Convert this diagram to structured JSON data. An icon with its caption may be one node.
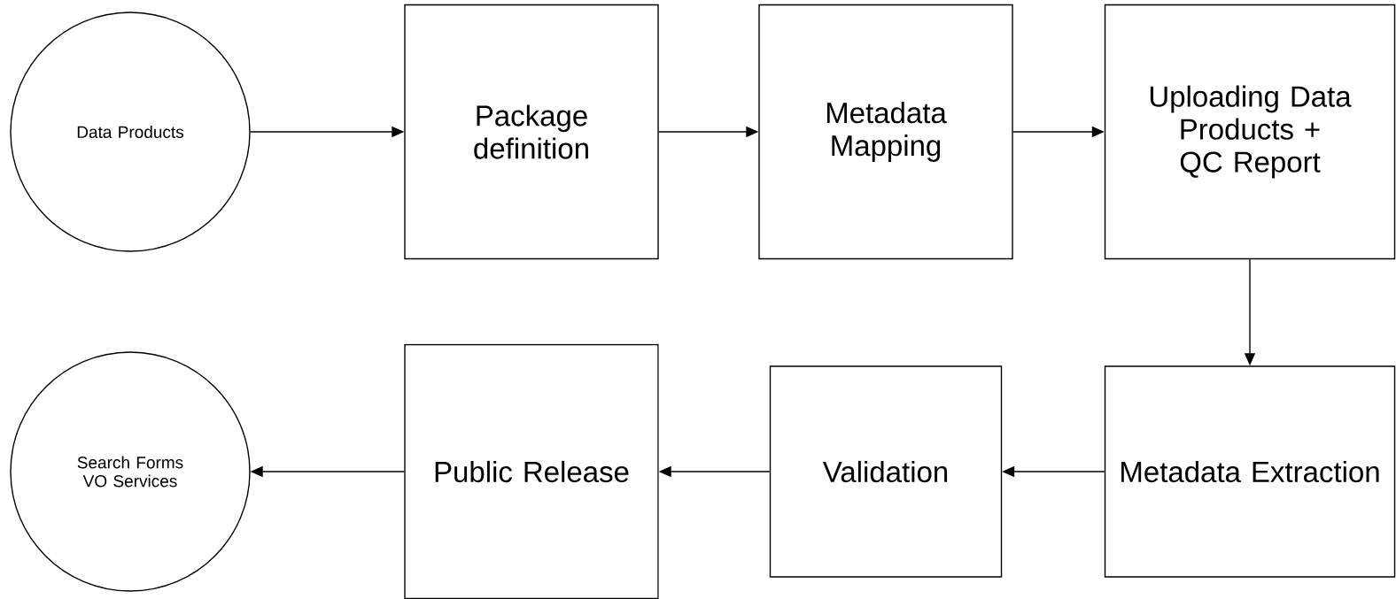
{
  "diagram": {
    "nodes": [
      {
        "text": [
          "Data Products"
        ]
      },
      {
        "text": [
          "Package definition"
        ]
      },
      {
        "text": [
          "Metadata Mapping"
        ]
      },
      {
        "text": [
          "Uploading Data Products + QC Report"
        ]
      },
      {
        "text": [
          "Metadata Extraction"
        ]
      },
      {
        "text": [
          "Validation"
        ]
      },
      {
        "text": [
          "Public Release"
        ]
      },
      {
        "text": [
          "Search Forms VO Services"
        ]
      }
    ],
    "edges": [
      {
        "from": 0,
        "to": 1,
        "arrow": "to"
      },
      {
        "from": 1,
        "to": 2,
        "arrow": "to"
      },
      {
        "from": 2,
        "to": 3,
        "arrow": "to"
      },
      {
        "from": 3,
        "to": 4,
        "arrow": "to"
      },
      {
        "from": 4,
        "to": 5,
        "arrow": "to"
      },
      {
        "from": 5,
        "to": 6,
        "arrow": "to"
      },
      {
        "from": 6,
        "to": 7,
        "arrow": "to"
      }
    ]
  }
}
